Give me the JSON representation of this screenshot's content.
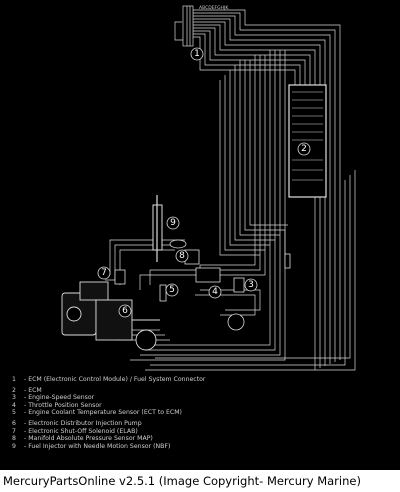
{
  "callouts": [
    "1",
    "2",
    "3",
    "4",
    "5",
    "6",
    "7",
    "8",
    "9"
  ],
  "connector_label": "ABCDEFGHJK",
  "legend": [
    {
      "num": "1",
      "text": "- ECM (Electronic Control Module) / Fuel System Connector"
    },
    {
      "num": "2",
      "text": "- ECM"
    },
    {
      "num": "3",
      "text": "- Engine-Speed Sensor"
    },
    {
      "num": "4",
      "text": "- Throttle Position Sensor"
    },
    {
      "num": "5",
      "text": "- Engine Coolant Temperature Sensor (ECT to ECM)"
    },
    {
      "num": "6",
      "text": "- Electronic Distributor Injection Pump"
    },
    {
      "num": "7",
      "text": "- Electronic Shut-Off Solenoid (ELAB)"
    },
    {
      "num": "8",
      "text": "- Manifold Absolute Pressure Sensor MAP)"
    },
    {
      "num": "9",
      "text": "- Fuel Injector with Needle Motion Sensor (NBF)"
    }
  ],
  "caption": "MercuryPartsOnline v2.5.1 (Image Copyright- Mercury Marine)",
  "colors": {
    "background": "#000000",
    "wire": "#d8d8d8",
    "caption_bg": "#ffffff",
    "caption_text": "#000000"
  }
}
